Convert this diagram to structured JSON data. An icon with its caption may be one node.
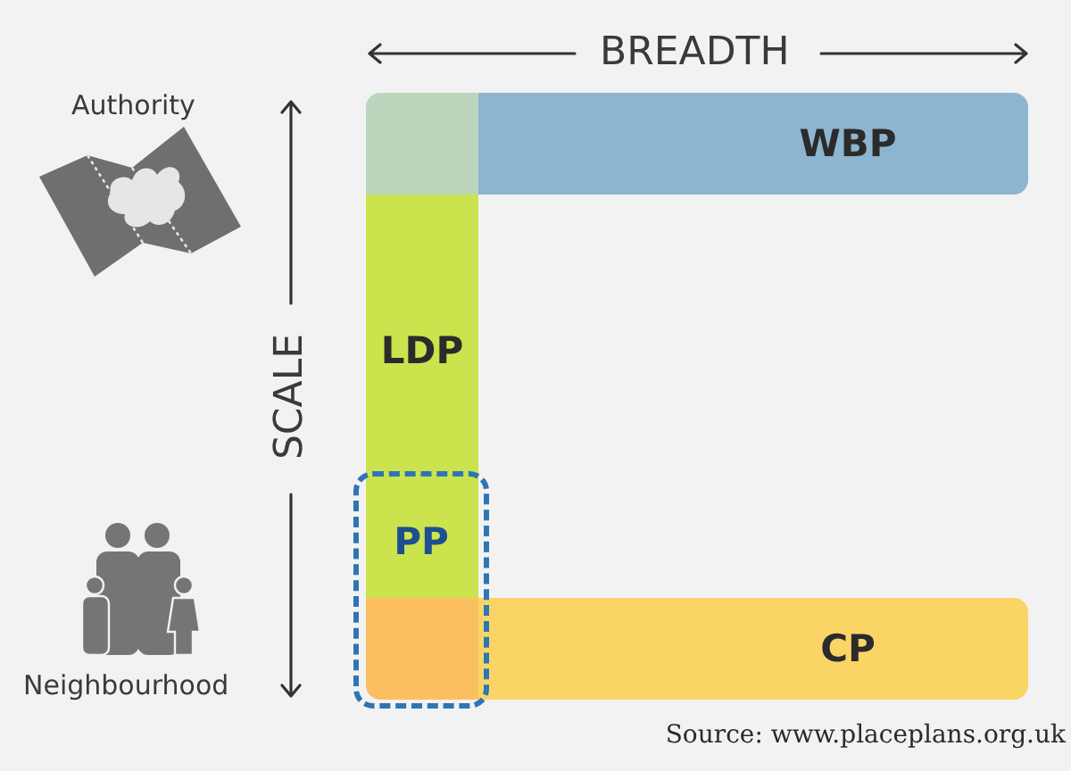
{
  "diagram": {
    "nodes": [
      {
        "text": [
          "WBP"
        ]
      },
      {
        "text": [
          "LDP"
        ]
      },
      {
        "text": [
          "PP"
        ]
      },
      {
        "text": [
          "CP"
        ]
      }
    ],
    "labels": [
      "BREADTH",
      "Authority",
      "SCALE",
      "Neighbourhood",
      "Source: www.placeplans.org.uk"
    ]
  }
}
